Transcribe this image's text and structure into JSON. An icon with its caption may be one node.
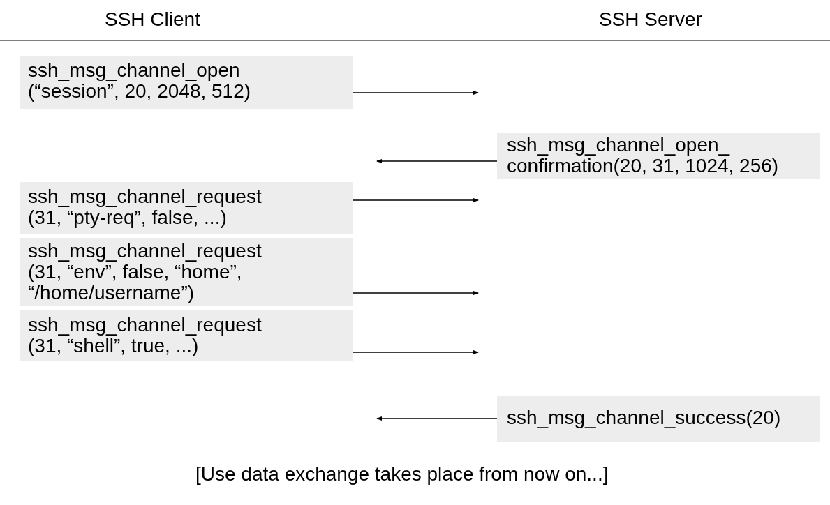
{
  "diagram": {
    "nodes": [
      {
        "text": [
          "ssh_msg_channel_open (“session”, 20, 2048, 512)"
        ]
      },
      {
        "text": [
          "ssh_msg_channel_open_ confirmation(20, 31, 1024, 256)"
        ]
      },
      {
        "text": [
          "ssh_msg_channel_request (31, “pty-req”, false, ...)"
        ]
      },
      {
        "text": [
          "ssh_msg_channel_request (31, “env”, false, “home”, “/home/username”)"
        ]
      },
      {
        "text": [
          "ssh_msg_channel_request (31, “shell”, true, ...)"
        ]
      },
      {
        "text": [
          "ssh_msg_channel_success(20)"
        ]
      }
    ],
    "edges": [
      {
        "from": 0,
        "to": null,
        "arrow": "to"
      },
      {
        "from": 1,
        "to": null,
        "arrow": "to"
      },
      {
        "from": 2,
        "to": null,
        "arrow": "to"
      },
      {
        "from": 3,
        "to": null,
        "arrow": "to"
      },
      {
        "from": 4,
        "to": null,
        "arrow": "to"
      },
      {
        "from": 5,
        "to": null,
        "arrow": "to"
      }
    ],
    "labels": [
      "SSH Client",
      "SSH Server",
      "[Use data exchange takes place from now on...]"
    ]
  }
}
